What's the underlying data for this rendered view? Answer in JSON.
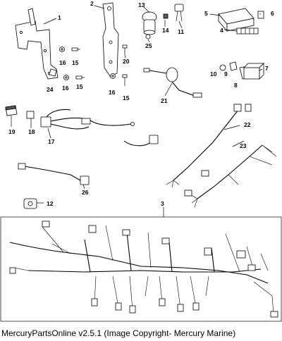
{
  "diagram": {
    "part_numbers": [
      "1",
      "2",
      "3",
      "4",
      "5",
      "6",
      "7",
      "8",
      "9",
      "10",
      "11",
      "12",
      "13",
      "14",
      "15",
      "15",
      "16",
      "16",
      "16",
      "17",
      "18",
      "19",
      "20",
      "21",
      "22",
      "23",
      "24",
      "25",
      "26"
    ]
  },
  "footer": {
    "text": "MercuryPartsOnline v2.5.1 (Image Copyright- Mercury Marine)"
  }
}
